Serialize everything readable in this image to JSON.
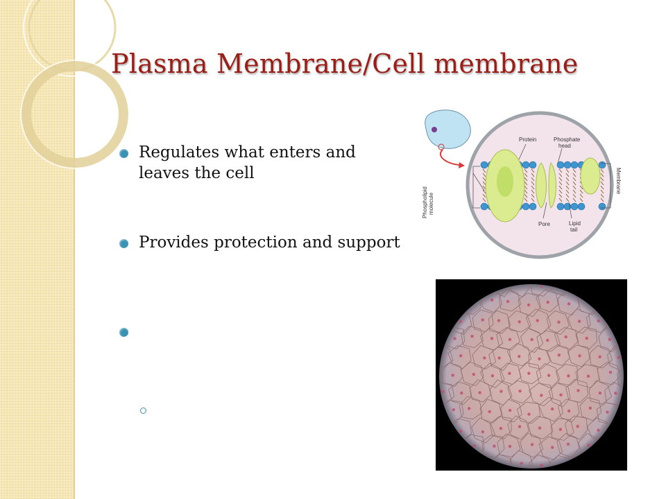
{
  "slide": {
    "title": "Plasma Membrane/Cell membrane",
    "bullets": [
      "Regulates what enters and leaves the cell",
      "Provides protection and support",
      ""
    ],
    "sub_bullet": ""
  },
  "diagram": {
    "labels": {
      "protein": "Protein",
      "phosphate_head": "Phosphate head",
      "phosphate_line1": "Phosphate",
      "phosphate_line2": "head",
      "membrane": "Membrane",
      "phospholipid_line1": "Phospholipid",
      "phospholipid_line2": "molecule",
      "pore": "Pore",
      "lipid_line1": "Lipid",
      "lipid_line2": "tail"
    }
  },
  "colors": {
    "title": "#9b1d16",
    "bullet": "#3a93b4",
    "band": "#f6e7b4"
  }
}
